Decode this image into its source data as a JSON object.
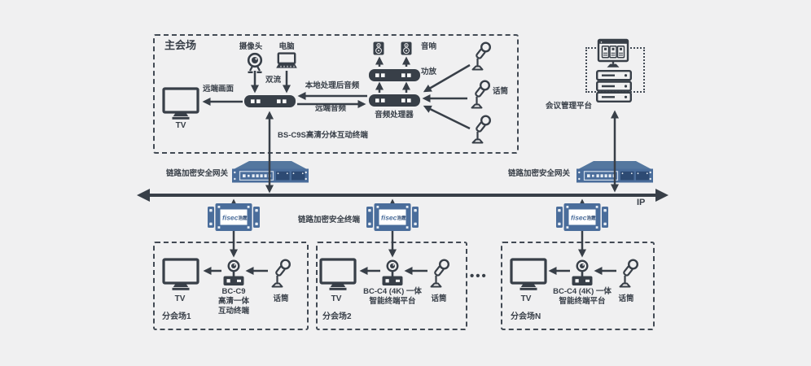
{
  "colors": {
    "background": "#f0f0f1",
    "ink": "#383f48",
    "device_blue": "#4a6d9b",
    "device_blue_dark": "#2d4a73",
    "device_blue_light": "#54779f"
  },
  "main_room": {
    "title": "主会场",
    "camera_label": "摄像头",
    "computer_label": "电脑",
    "dual_stream_label": "双流",
    "remote_view_label": "远端画面",
    "tv_label": "TV",
    "terminal_label": "BS-C9S高清分体互动终端",
    "local_audio_label": "本地处理后音频",
    "remote_audio_label": "远端音频",
    "audio_processor_label": "音频处理器",
    "speakers_label": "音响",
    "amplifier_label": "功放",
    "mic_label": "话筒"
  },
  "network": {
    "left_gateway_label": "链路加密安全网关",
    "right_gateway_label": "链路加密安全网关",
    "encrypted_terminal_label": "链路加密安全终端",
    "ip_label": "IP",
    "fisec_brand": "fisec",
    "fisec_brand_cn": "浩霆"
  },
  "management_platform": {
    "label": "会议管理平台"
  },
  "branch_rooms": [
    {
      "title": "分会场1",
      "tv_label": "TV",
      "mic_label": "话筒",
      "terminal_line1": "BC-C9",
      "terminal_line2": "高清一体",
      "terminal_line3": "互动终端"
    },
    {
      "title": "分会场2",
      "tv_label": "TV",
      "mic_label": "话筒",
      "terminal_line1": "BC-C4 (4K) 一体",
      "terminal_line2": "智能终端平台",
      "terminal_line3": ""
    },
    {
      "title": "分会场N",
      "tv_label": "TV",
      "mic_label": "话筒",
      "terminal_line1": "BC-C4 (4K) 一体",
      "terminal_line2": "智能终端平台",
      "terminal_line3": ""
    }
  ],
  "ellipsis_label": "•••"
}
